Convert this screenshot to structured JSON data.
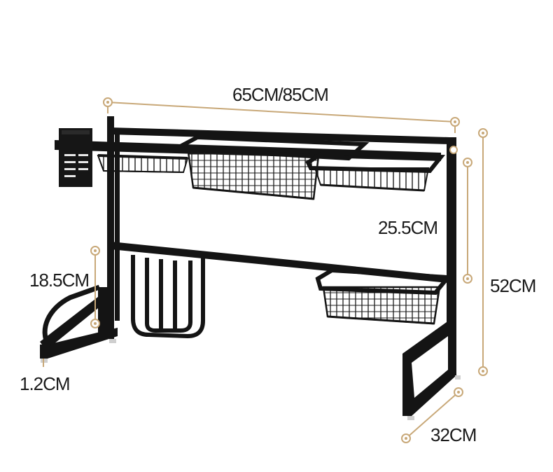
{
  "dimensions": {
    "width": "65CM/85CM",
    "upper_gap": "25.5CM",
    "total_height": "52CM",
    "lower_height": "18.5CM",
    "foot_height": "1.2CM",
    "depth": "32CM"
  },
  "colors": {
    "rack": "#141414",
    "measure_line": "#c8a878",
    "background": "#ffffff"
  }
}
